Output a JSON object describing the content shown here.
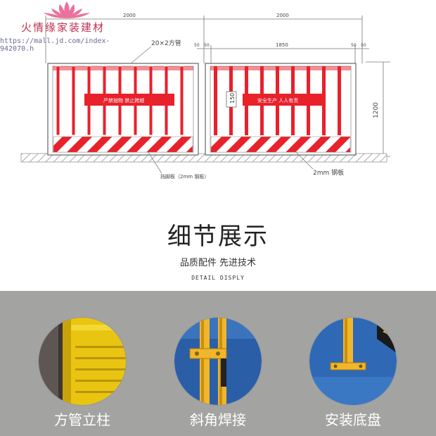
{
  "watermark": {
    "shop_name": "火情缘家装建材",
    "url": "https://mall.jd.com/index-942070.h"
  },
  "drawing": {
    "width_left": "2000",
    "width_right": "2000",
    "inner_width": "1850",
    "offset_a": "50",
    "offset_b": "50",
    "offset_c": "50",
    "offset_d": "50",
    "height": "1200",
    "tube_note": "20×2方管",
    "sign_height": "150",
    "sign_left": "严禁抛物    禁止跨越",
    "sign_right": "安全生产    人人有责",
    "plate_note": "挡脚板（2mm 钢板）",
    "plate_note_right": "2mm 钢板",
    "colors": {
      "red": "#e8212b",
      "white": "#ffffff",
      "line": "#555555"
    }
  },
  "heading": {
    "title": "细节展示",
    "subtitle": "品质配件 先进技术",
    "subtitle_en": "DETAIL DISPLY"
  },
  "details": [
    {
      "label": "方管立柱",
      "icon": "square-tube-post-photo"
    },
    {
      "label": "斜角焊接",
      "icon": "angle-weld-photo"
    },
    {
      "label": "安装底盘",
      "icon": "base-plate-photo"
    }
  ]
}
